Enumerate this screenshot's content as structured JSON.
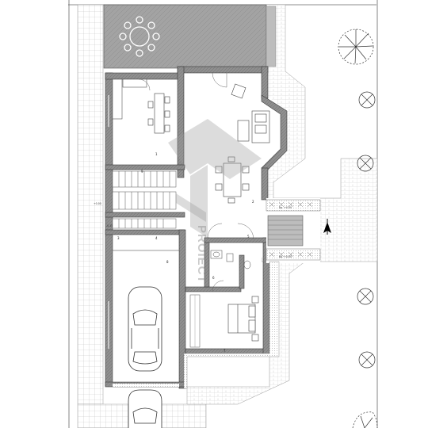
{
  "watermark": {
    "text": "PROIECT"
  },
  "annotations": {
    "level_left_top": "+0.00",
    "level_left_bottom": "-0.15",
    "level_entrance_top": "Ap. +0.00",
    "level_entrance_bottom": "Ap. +0.00",
    "room_1": "1",
    "room_2": "2",
    "room_3": "3",
    "room_4": "4",
    "room_5": "5",
    "room_6": "6",
    "room_7": "7",
    "room_8": "8",
    "room_9": "9"
  },
  "colors": {
    "wall": "#8c8c8c",
    "wall_edge": "#3a3a3a",
    "paving": "#cfcfcf",
    "terrace": "#9a9a9a",
    "line": "#555555",
    "watermark": "#8a8a8a"
  },
  "icons": [
    "north-arrow-icon",
    "tree-icon",
    "car-icon",
    "round-table-icon",
    "bed-icon",
    "sofa-icon"
  ]
}
